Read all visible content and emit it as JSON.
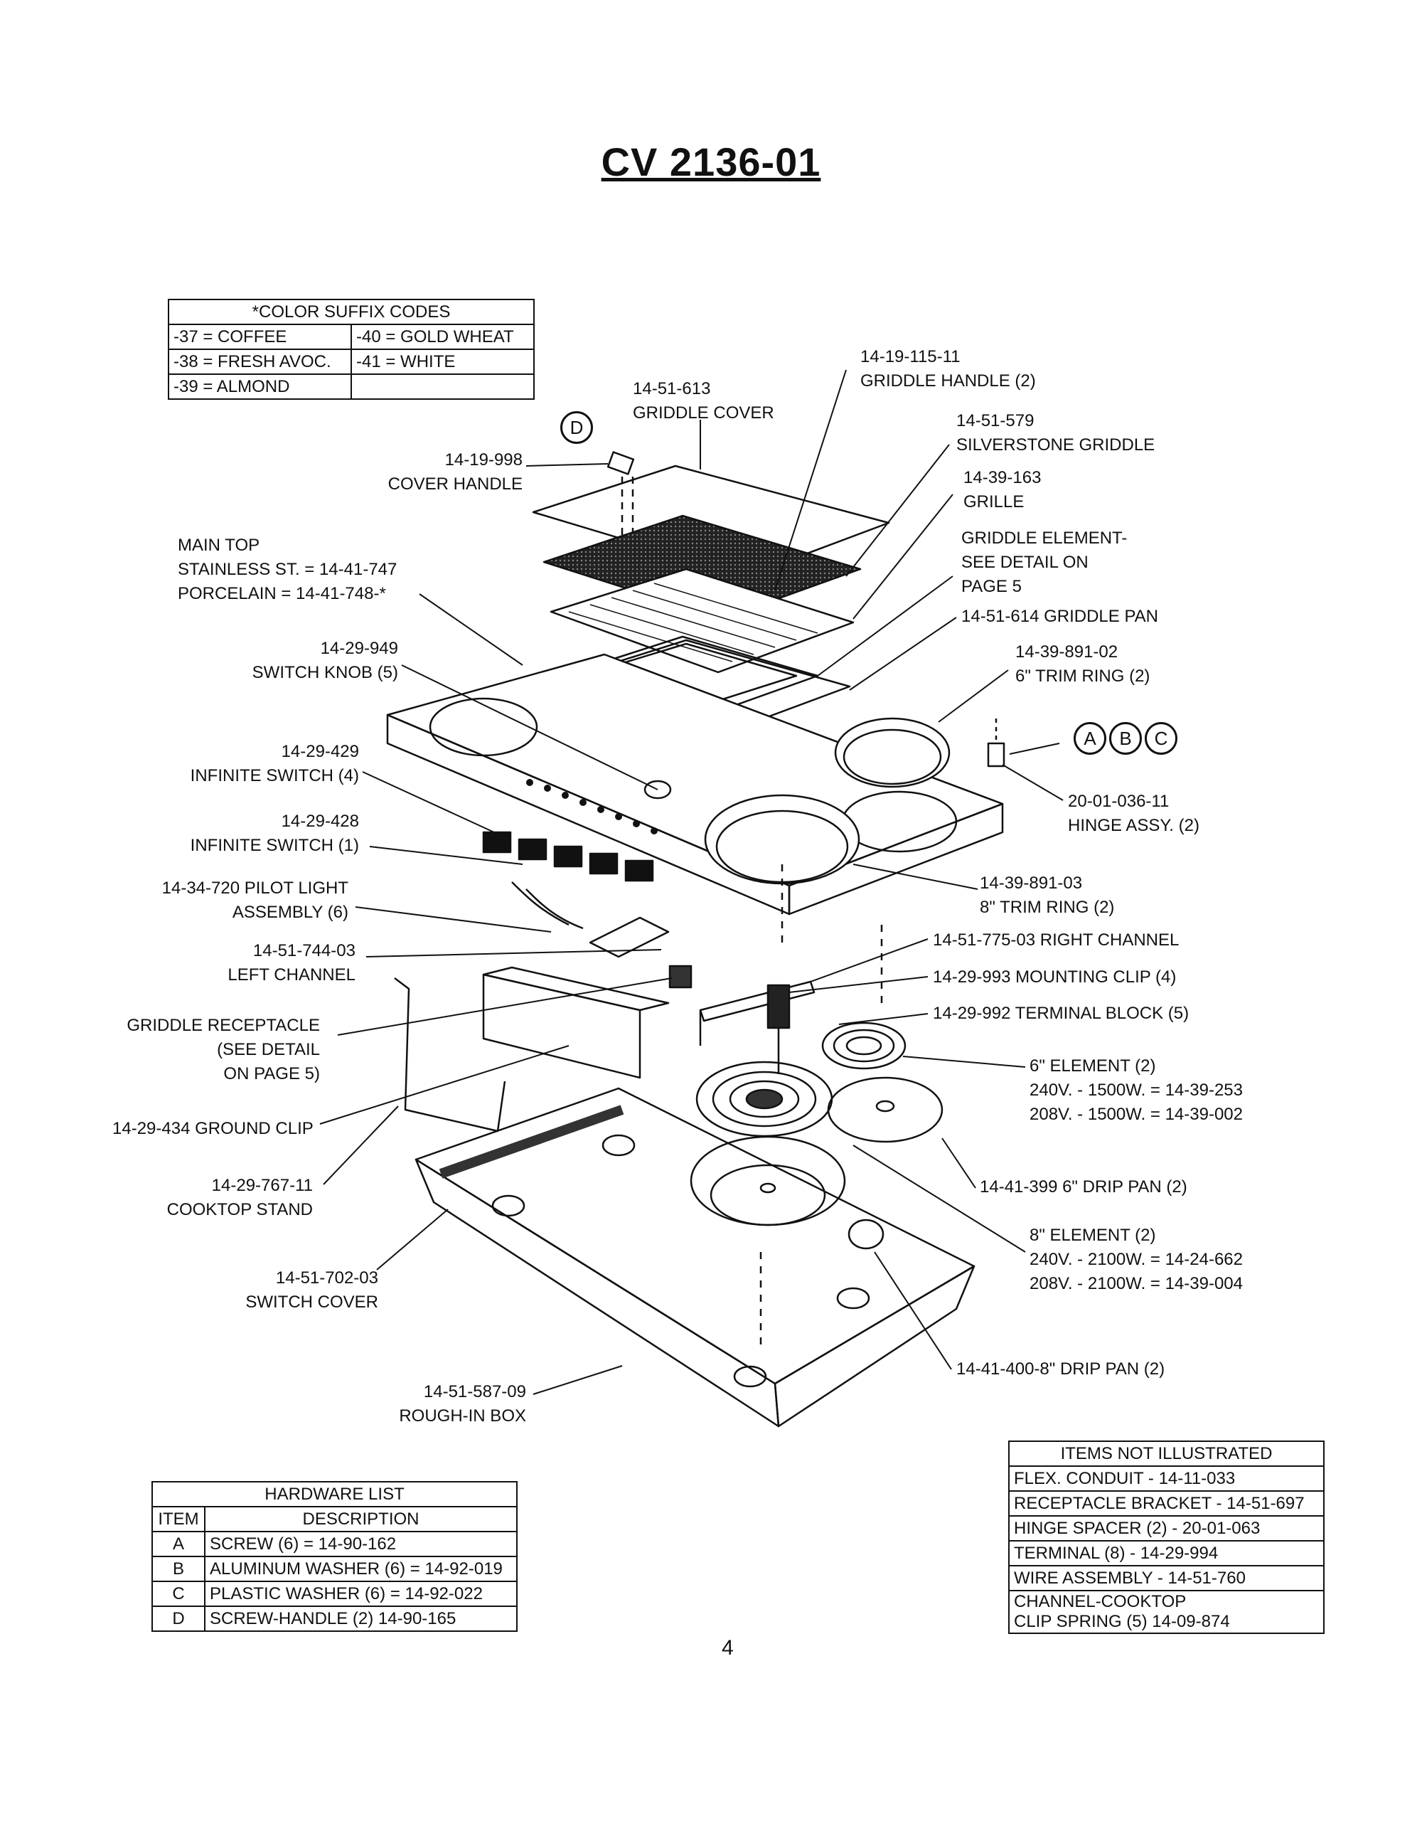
{
  "title": "CV 2136-01",
  "color_codes": {
    "header": "*COLOR SUFFIX CODES",
    "rows": [
      [
        "-37 = COFFEE",
        "-40 = GOLD WHEAT"
      ],
      [
        "-38 = FRESH AVOC.",
        "-41 = WHITE"
      ],
      [
        "-39 = ALMOND",
        ""
      ]
    ]
  },
  "labels": {
    "griddle_handle": [
      "14-19-115-11",
      "GRIDDLE HANDLE (2)"
    ],
    "griddle_cover": [
      "14-51-613",
      "GRIDDLE COVER"
    ],
    "silverstone_griddle": [
      "14-51-579",
      "SILVERSTONE GRIDDLE"
    ],
    "grille": [
      "14-39-163",
      "GRILLE"
    ],
    "griddle_element": [
      "GRIDDLE ELEMENT-",
      "SEE DETAIL ON",
      "PAGE 5"
    ],
    "griddle_pan": [
      "14-51-614 GRIDDLE PAN"
    ],
    "trim_ring_6": [
      "14-39-891-02",
      "6\" TRIM RING (2)"
    ],
    "hinge_assy": [
      "20-01-036-11",
      "HINGE ASSY. (2)"
    ],
    "trim_ring_8": [
      "14-39-891-03",
      "8\" TRIM RING (2)"
    ],
    "right_channel": [
      "14-51-775-03 RIGHT CHANNEL"
    ],
    "mounting_clip": [
      "14-29-993 MOUNTING CLIP (4)"
    ],
    "terminal_block": [
      "14-29-992 TERMINAL BLOCK (5)"
    ],
    "element_6": [
      "6\" ELEMENT (2)",
      "240V. - 1500W. = 14-39-253",
      "208V. - 1500W. = 14-39-002"
    ],
    "drip_pan_6": [
      "14-41-399 6\" DRIP PAN (2)"
    ],
    "element_8": [
      "8\" ELEMENT (2)",
      "240V. - 2100W. = 14-24-662",
      "208V. - 2100W. = 14-39-004"
    ],
    "drip_pan_8": [
      "14-41-400-8\" DRIP PAN (2)"
    ],
    "cover_handle": [
      "14-19-998",
      "COVER HANDLE"
    ],
    "main_top": [
      "MAIN TOP",
      "STAINLESS ST. = 14-41-747",
      "PORCELAIN = 14-41-748-*"
    ],
    "switch_knob": [
      "14-29-949",
      "SWITCH KNOB (5)"
    ],
    "infinite_switch_4": [
      "14-29-429",
      "INFINITE SWITCH (4)"
    ],
    "infinite_switch_1": [
      "14-29-428",
      "INFINITE SWITCH (1)"
    ],
    "pilot_light": [
      "14-34-720 PILOT LIGHT",
      "ASSEMBLY (6)"
    ],
    "left_channel": [
      "14-51-744-03",
      "LEFT CHANNEL"
    ],
    "griddle_receptacle": [
      "GRIDDLE RECEPTACLE",
      "(SEE DETAIL",
      "ON PAGE 5)"
    ],
    "ground_clip": [
      "14-29-434 GROUND CLIP"
    ],
    "cooktop_stand": [
      "14-29-767-11",
      "COOKTOP STAND"
    ],
    "switch_cover": [
      "14-51-702-03",
      "SWITCH COVER"
    ],
    "rough_in_box": [
      "14-51-587-09",
      "ROUGH-IN BOX"
    ]
  },
  "callouts": {
    "d": "D",
    "a": "A",
    "b": "B",
    "c": "C"
  },
  "hardware": {
    "title": "HARDWARE LIST",
    "col_item": "ITEM",
    "col_desc": "DESCRIPTION",
    "rows": [
      [
        "A",
        "SCREW (6) = 14-90-162"
      ],
      [
        "B",
        "ALUMINUM WASHER (6) = 14-92-019"
      ],
      [
        "C",
        "PLASTIC WASHER (6) = 14-92-022"
      ],
      [
        "D",
        "SCREW-HANDLE (2) 14-90-165"
      ]
    ]
  },
  "not_illustrated": {
    "title": "ITEMS NOT ILLUSTRATED",
    "rows": [
      [
        "FLEX. CONDUIT - 14-11-033"
      ],
      [
        "RECEPTACLE BRACKET - 14-51-697"
      ],
      [
        "HINGE SPACER (2) - 20-01-063"
      ],
      [
        "TERMINAL (8) - 14-29-994"
      ],
      [
        "WIRE ASSEMBLY - 14-51-760"
      ],
      [
        "CHANNEL-COOKTOP",
        "CLIP SPRING (5) 14-09-874"
      ]
    ]
  },
  "page_number": "4"
}
